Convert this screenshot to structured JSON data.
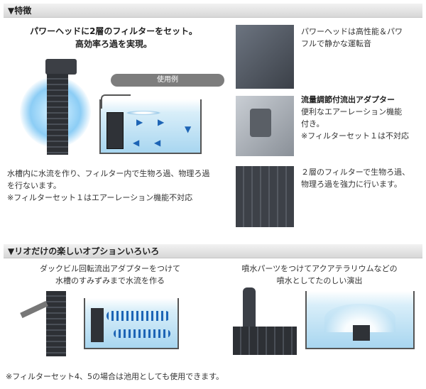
{
  "features": {
    "header": "▼特徴",
    "headline": [
      "パワーヘッドに2層のフィルターをセット。",
      "高効率ろ過を実現。"
    ],
    "usage_badge": "使用例",
    "left_text": [
      "水槽内に水流を作り、フィルター内で生物ろ過、物理ろ過",
      "を行ないます。",
      "※フィルターセット１はエアーレーション機能不対応"
    ],
    "items": [
      {
        "lines": [
          "パワーヘッドは高性能＆パワ",
          "フルで静かな運転音"
        ]
      },
      {
        "title": "流量調節付流出アダプター",
        "lines": [
          "便利なエアーレーション機能",
          "付き。",
          "※フィルターセット１は不対応"
        ]
      },
      {
        "lines": [
          "２層のフィルターで生物ろ過、",
          "物理ろ過を強力に行います。"
        ]
      }
    ]
  },
  "options": {
    "header": "▼リオだけの楽しいオプションいろいろ",
    "left_caption": [
      "ダックビル回転流出アダプターをつけて",
      "水槽のすみずみまで水流を作る"
    ],
    "right_caption": [
      "噴水パーツをつけてアクアテラリウムなどの",
      "噴水としてたのしい演出"
    ],
    "footnote": "※フィルターセット4、5の場合は池用としても使用できます。"
  },
  "colors": {
    "water": "#a8d6f0",
    "arrow": "#1d64b5",
    "bar": "#d7d7d7"
  }
}
